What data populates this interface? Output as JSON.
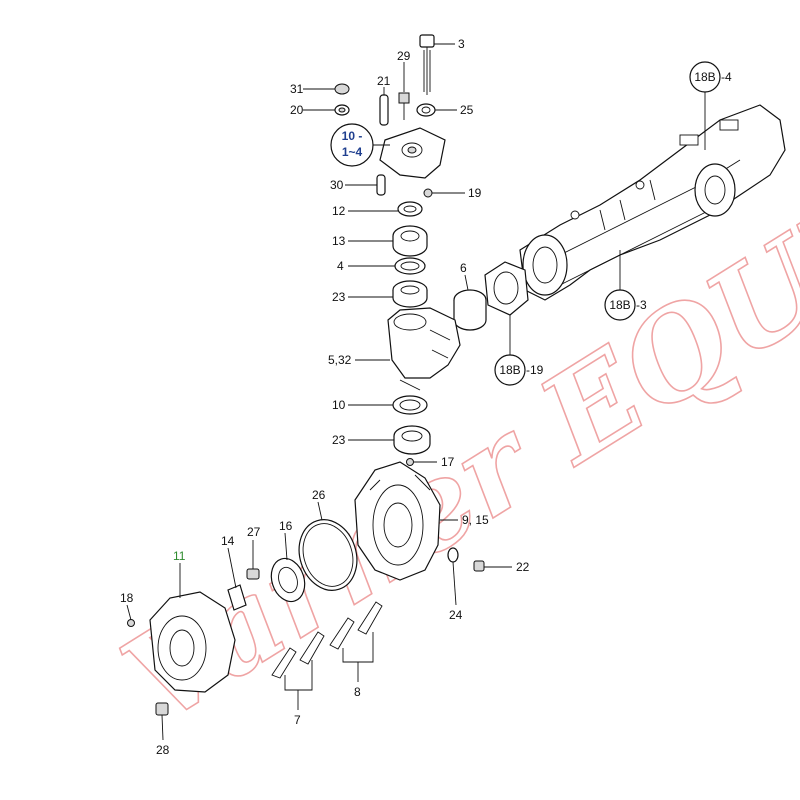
{
  "watermark": "Varner EQUIPMENT",
  "labels": {
    "p3": "3",
    "p29": "29",
    "p31": "31",
    "p21": "21",
    "p20": "20",
    "p25": "25",
    "p10_1_4_a": "10 -",
    "p10_1_4_b": "1~4",
    "p30": "30",
    "p19": "19",
    "p12": "12",
    "p13": "13",
    "p4": "4",
    "p23a": "23",
    "p6": "6",
    "p5_32": "5,32",
    "p10": "10",
    "p23b": "23",
    "p17": "17",
    "p26": "26",
    "p9_15": "9, 15",
    "p22": "22",
    "p24": "24",
    "p27": "27",
    "p16": "16",
    "p14": "14",
    "p11": "11",
    "p18": "18",
    "p28": "28",
    "p7": "7",
    "p8": "8",
    "r18b_4": "18B",
    "r18b_4_suffix": "-4",
    "r18b_3": "18B",
    "r18b_3_suffix": "-3",
    "r18b_19": "18B",
    "r18b_19_suffix": "-19"
  },
  "colors": {
    "line": "#111111",
    "highlight_label": "#2e8b2e",
    "ref_label": "#1f3f8f",
    "watermark": "#e25a5a"
  }
}
